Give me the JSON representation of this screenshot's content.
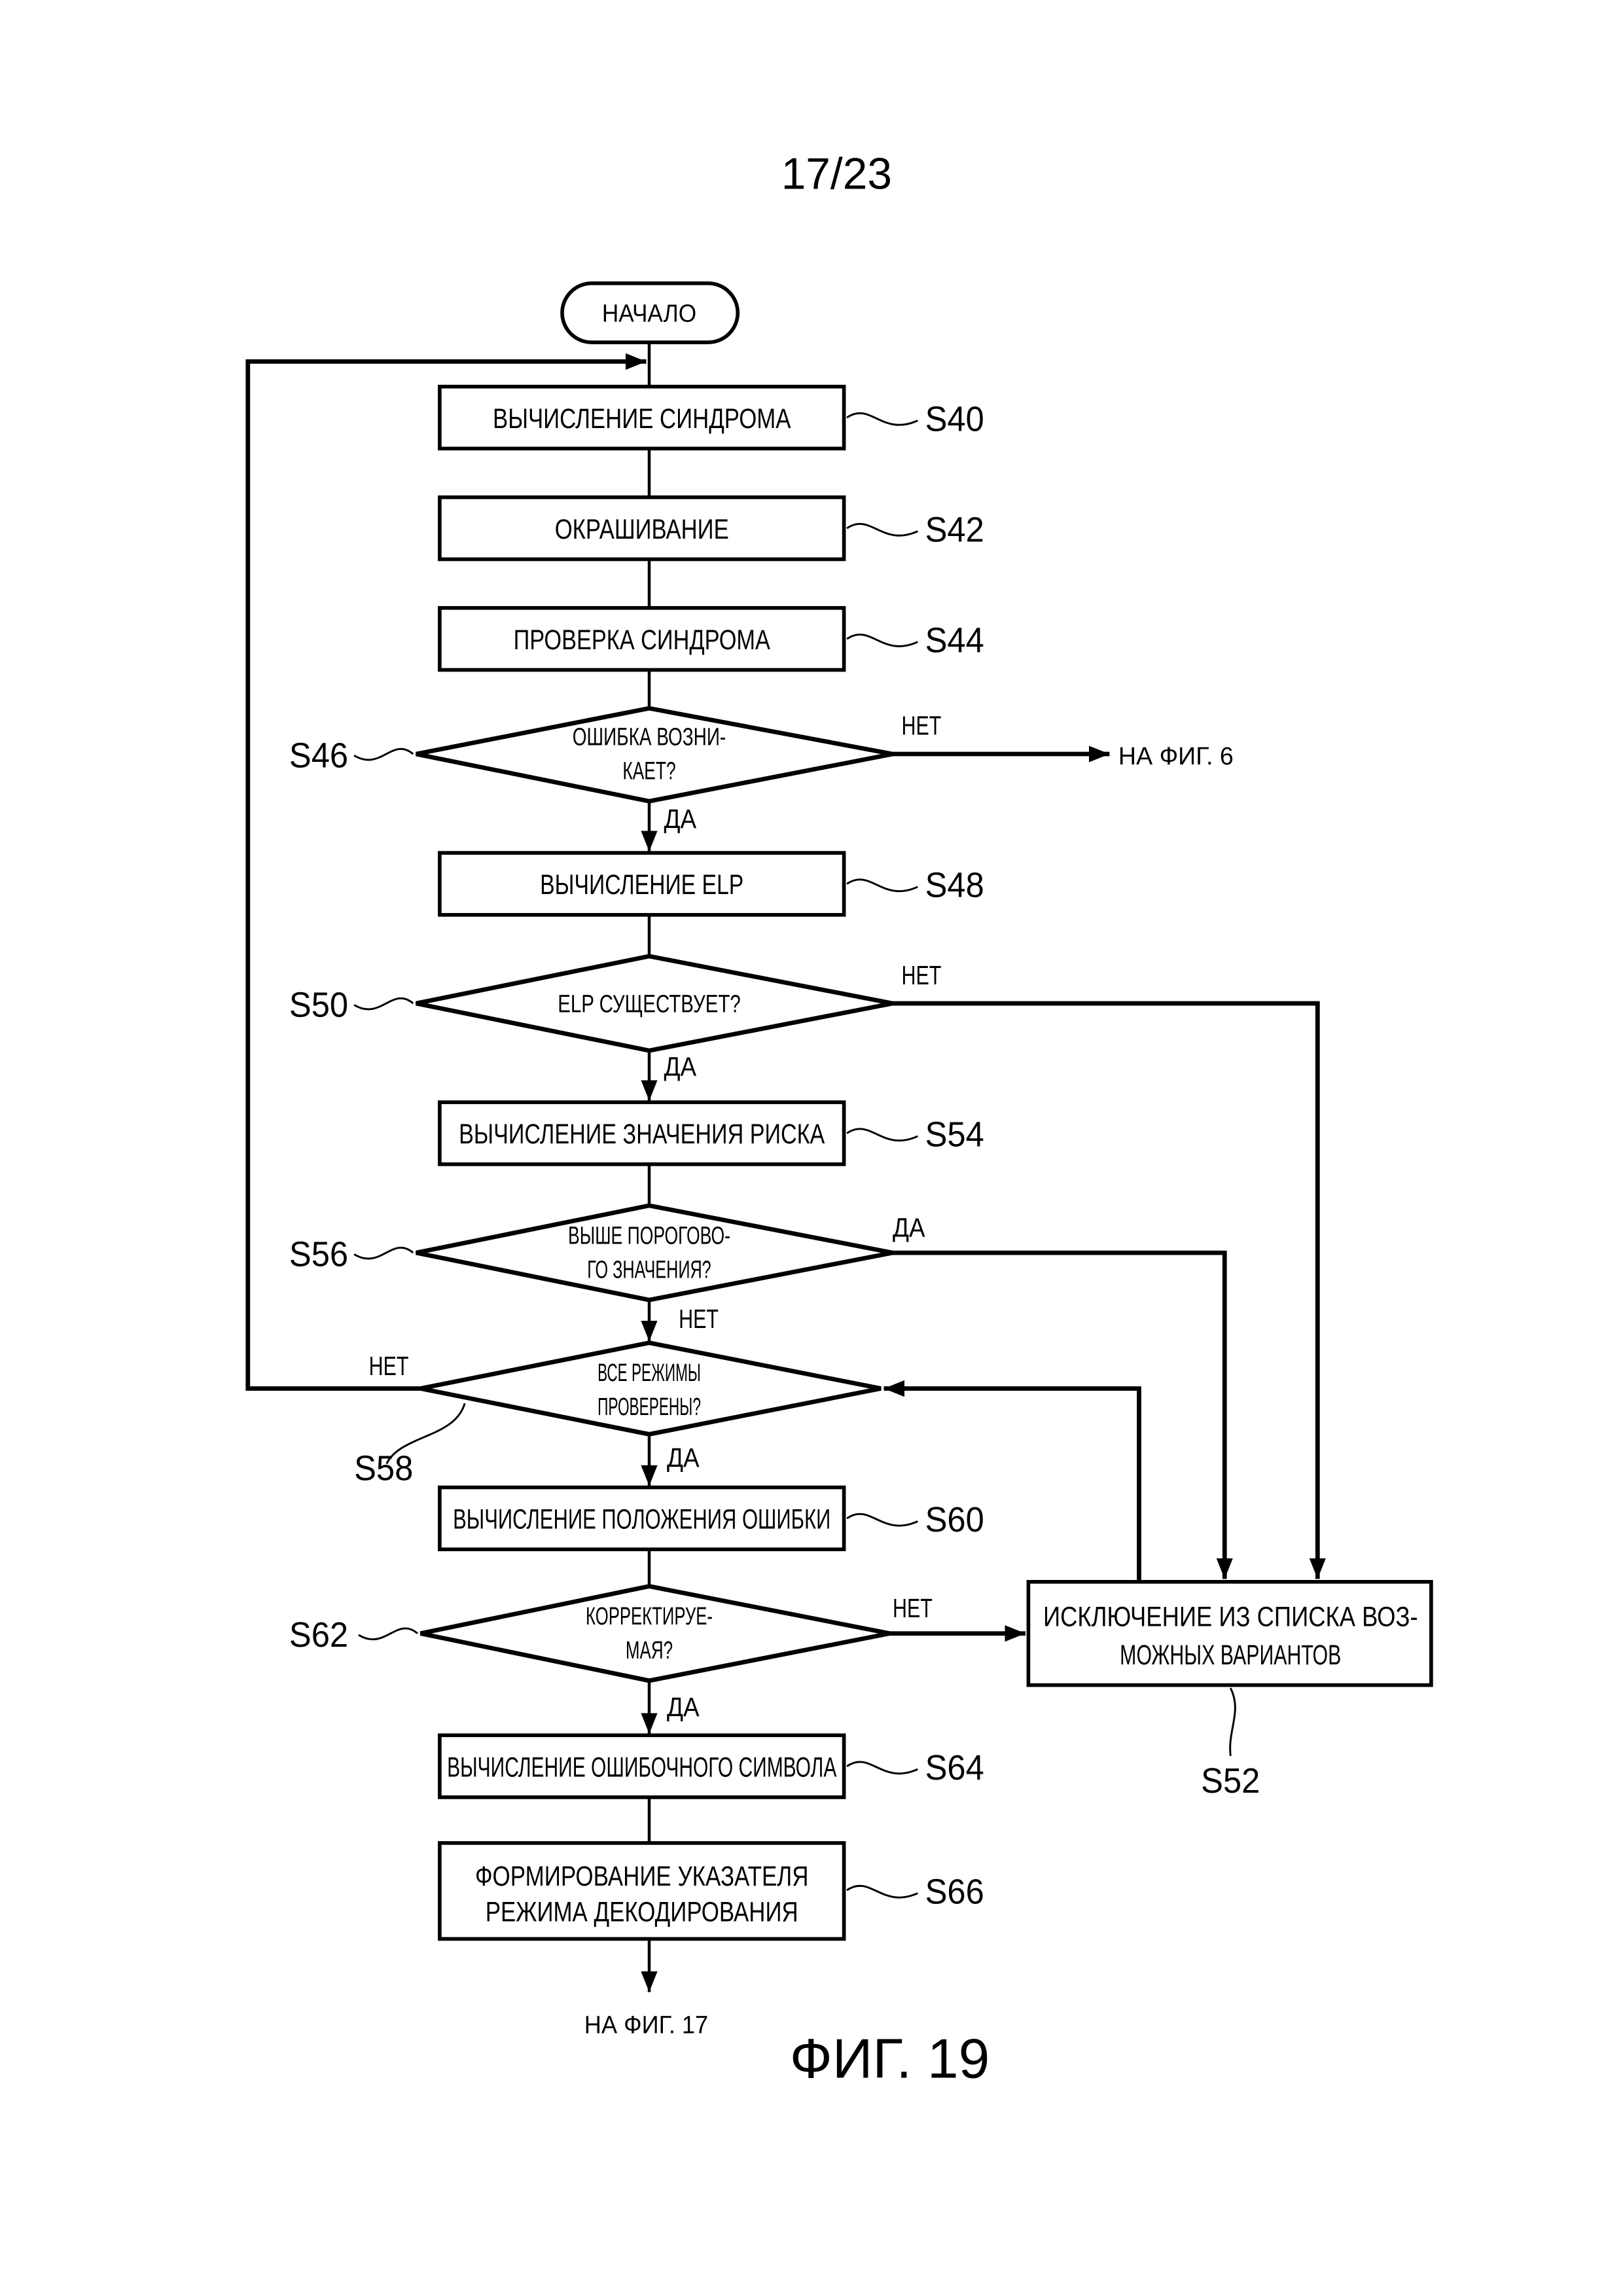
{
  "page": {
    "page_number": "17/23",
    "figure_caption": "ФИГ. 19"
  },
  "flowchart": {
    "start": "НАЧАЛО",
    "steps": {
      "s40": {
        "id": "S40",
        "text": "ВЫЧИСЛЕНИЕ СИНДРОМА"
      },
      "s42": {
        "id": "S42",
        "text": "ОКРАШИВАНИЕ"
      },
      "s44": {
        "id": "S44",
        "text": "ПРОВЕРКА СИНДРОМА"
      },
      "s46": {
        "id": "S46",
        "line1": "ОШИБКА ВОЗНИ-",
        "line2": "КАЕТ?",
        "yes": "ДА",
        "no": "НЕТ"
      },
      "s48": {
        "id": "S48",
        "text": "ВЫЧИСЛЕНИЕ ELP"
      },
      "s50": {
        "id": "S50",
        "text": "ELP СУЩЕСТВУЕТ?",
        "yes": "ДА",
        "no": "НЕТ"
      },
      "s52": {
        "id": "S52",
        "line1": "ИСКЛЮЧЕНИЕ ИЗ СПИСКА ВОЗ-",
        "line2": "МОЖНЫХ ВАРИАНТОВ"
      },
      "s54": {
        "id": "S54",
        "text": "ВЫЧИСЛЕНИЕ ЗНАЧЕНИЯ РИСКА"
      },
      "s56": {
        "id": "S56",
        "line1": "ВЫШЕ ПОРОГОВО-",
        "line2": "ГО ЗНАЧЕНИЯ?",
        "yes": "ДА",
        "no": "НЕТ"
      },
      "s58": {
        "id": "S58",
        "line1": "ВСЕ РЕЖИМЫ",
        "line2": "ПРОВЕРЕНЫ?",
        "yes": "ДА",
        "no": "НЕТ"
      },
      "s60": {
        "id": "S60",
        "text": "ВЫЧИСЛЕНИЕ ПОЛОЖЕНИЯ ОШИБКИ"
      },
      "s62": {
        "id": "S62",
        "line1": "КОРРЕКТИРУЕ-",
        "line2": "МАЯ?",
        "yes": "ДА",
        "no": "НЕТ"
      },
      "s64": {
        "id": "S64",
        "text": "ВЫЧИСЛЕНИЕ ОШИБОЧНОГО СИМВОЛА"
      },
      "s66": {
        "id": "S66",
        "line1": "ФОРМИРОВАНИЕ УКАЗАТЕЛЯ",
        "line2": "РЕЖИМА ДЕКОДИРОВАНИЯ"
      }
    },
    "connectors": {
      "to_fig6": "НА ФИГ. 6",
      "to_fig17": "НА ФИГ. 17"
    }
  }
}
